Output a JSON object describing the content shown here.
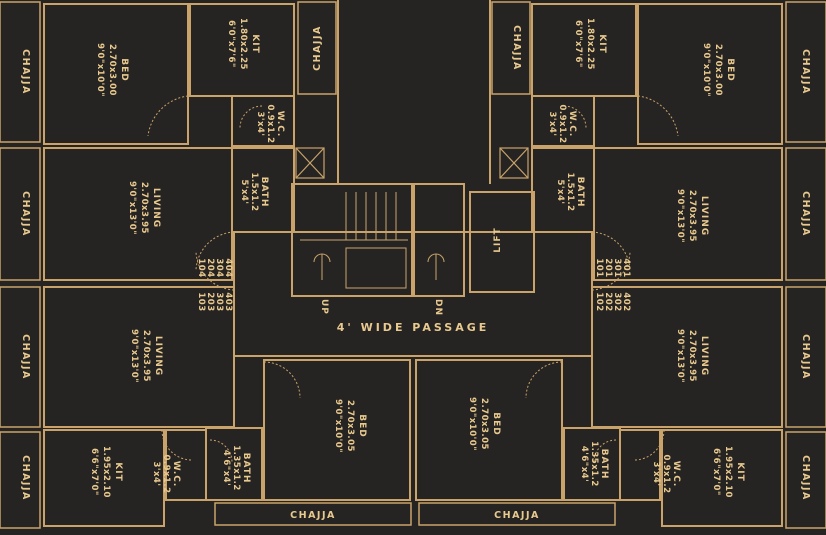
{
  "chajja_label": "CHAJJA",
  "passage_label": "4' WIDE PASSAGE",
  "lift_label": "LIFT",
  "stair": {
    "up": "UP",
    "dn": "DN"
  },
  "flat_numbers": {
    "left_top": [
      "404",
      "304",
      "204",
      "104"
    ],
    "left_bottom": [
      "403",
      "303",
      "203",
      "103"
    ],
    "right_top": [
      "401",
      "301",
      "201",
      "101"
    ],
    "right_bottom": [
      "402",
      "302",
      "202",
      "102"
    ]
  },
  "rooms": {
    "tl_bed": {
      "name": "BED",
      "metric": "2.70x3.00",
      "imperial": "9'0\"x10'0\""
    },
    "tl_kit": {
      "name": "KIT",
      "metric": "1.80x2.25",
      "imperial": "6'0\"x7'6\""
    },
    "tl_wc": {
      "name": "W.C.",
      "metric": "0.9x1.2",
      "imperial": "3'x4'"
    },
    "tl_bath": {
      "name": "BATH",
      "metric": "1.5x1.2",
      "imperial": "5'x4'"
    },
    "tl_living": {
      "name": "LIVING",
      "metric": "2.70x3.95",
      "imperial": "9'0\"x13'0\""
    },
    "tr_bed": {
      "name": "BED",
      "metric": "2.70x3.00",
      "imperial": "9'0\"x10'0\""
    },
    "tr_kit": {
      "name": "KIT",
      "metric": "1.80x2.25",
      "imperial": "6'0\"x7'6\""
    },
    "tr_wc": {
      "name": "W.C.",
      "metric": "0.9x1.2",
      "imperial": "3'x4'"
    },
    "tr_bath": {
      "name": "BATH",
      "metric": "1.5x1.2",
      "imperial": "5'x4'"
    },
    "tr_living": {
      "name": "LIVING",
      "metric": "2.70x3.95",
      "imperial": "9'0\"x13'0\""
    },
    "bl_living": {
      "name": "LIVING",
      "metric": "2.70x3.95",
      "imperial": "9'0\"x13'0\""
    },
    "bl_kit": {
      "name": "KIT",
      "metric": "1.95x2.10",
      "imperial": "6'6\"x7'0\""
    },
    "bl_wc": {
      "name": "W.C.",
      "metric": "0.9x1.2",
      "imperial": "3'x4'"
    },
    "bl_bath": {
      "name": "BATH",
      "metric": "1.35x1.2",
      "imperial": "4'6\"x4'"
    },
    "bl_bed": {
      "name": "BED",
      "metric": "2.70x3.05",
      "imperial": "9'0\"x10'0\""
    },
    "br_bed": {
      "name": "BED",
      "metric": "2.70x3.05",
      "imperial": "9'0\"x10'0\""
    },
    "br_bath": {
      "name": "BATH",
      "metric": "1.35x1.2",
      "imperial": "4'6\"x4'"
    },
    "br_wc": {
      "name": "W.C.",
      "metric": "0.9x1.2",
      "imperial": "3'x4'"
    },
    "br_kit": {
      "name": "KIT",
      "metric": "1.95x2.10",
      "imperial": "6'6\"x7'0\""
    },
    "br_living": {
      "name": "LIVING",
      "metric": "2.70x3.95",
      "imperial": "9'0\"x13'0\""
    }
  }
}
